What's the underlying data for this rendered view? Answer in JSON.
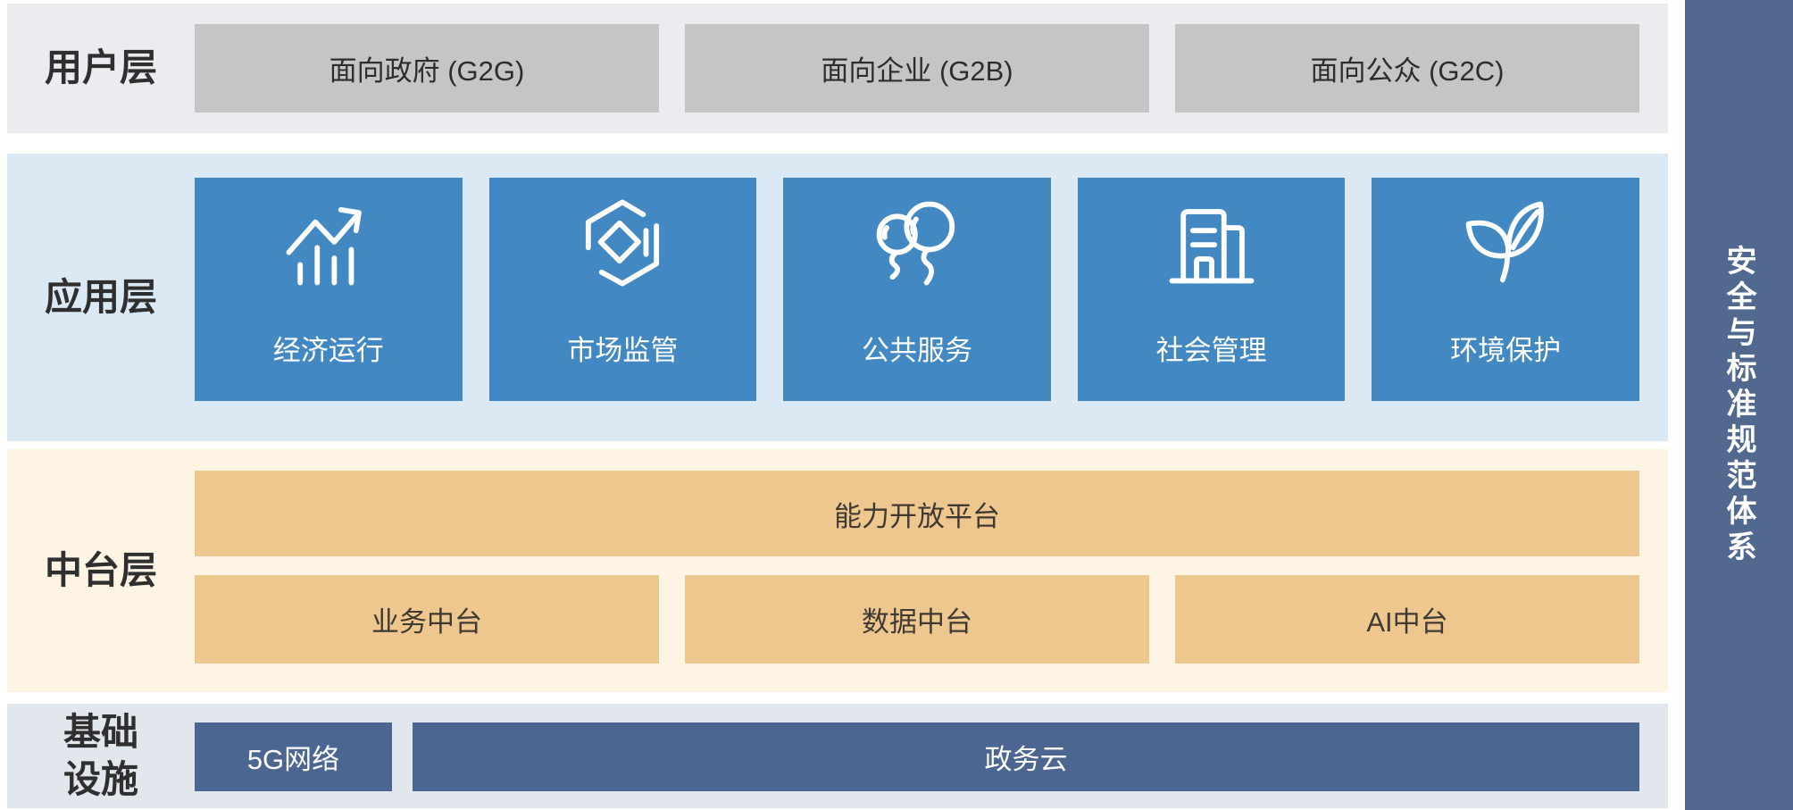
{
  "colors": {
    "band-user": "#eaecf0",
    "box-user": "#c4c6c6",
    "band-app": "#dbe9f5",
    "box-app": "#4289c3",
    "band-middle": "#fdf4e4",
    "box-middle": "#edc78e",
    "band-infra": "#e2e7ee",
    "box-infra": "#4a6691",
    "sidebar": "#52698f",
    "label-text": "#2f2f2f",
    "box-dark-text": "#2d2d2d",
    "middle-text": "#3e3a33",
    "white-text": "#ffffff"
  },
  "layers": {
    "user": {
      "label": "用户层",
      "items": [
        {
          "label": "面向政府 (G2G)"
        },
        {
          "label": "面向企业 (G2B)"
        },
        {
          "label": "面向公众 (G2C)"
        }
      ]
    },
    "app": {
      "label": "应用层",
      "items": [
        {
          "label": "经济运行",
          "icon": "trend-chart-icon"
        },
        {
          "label": "市场监管",
          "icon": "cube-icon"
        },
        {
          "label": "公共服务",
          "icon": "balloons-icon"
        },
        {
          "label": "社会管理",
          "icon": "building-icon"
        },
        {
          "label": "环境保护",
          "icon": "leaves-icon"
        }
      ]
    },
    "middle": {
      "label": "中台层",
      "platform": {
        "label": "能力开放平台"
      },
      "items": [
        {
          "label": "业务中台"
        },
        {
          "label": "数据中台"
        },
        {
          "label": "AI中台"
        }
      ]
    },
    "infra": {
      "label": "基础设施",
      "items": [
        {
          "label": "5G网络"
        },
        {
          "label": "政务云"
        }
      ]
    }
  },
  "side_bar": {
    "label": "安全与标准规范体系"
  }
}
